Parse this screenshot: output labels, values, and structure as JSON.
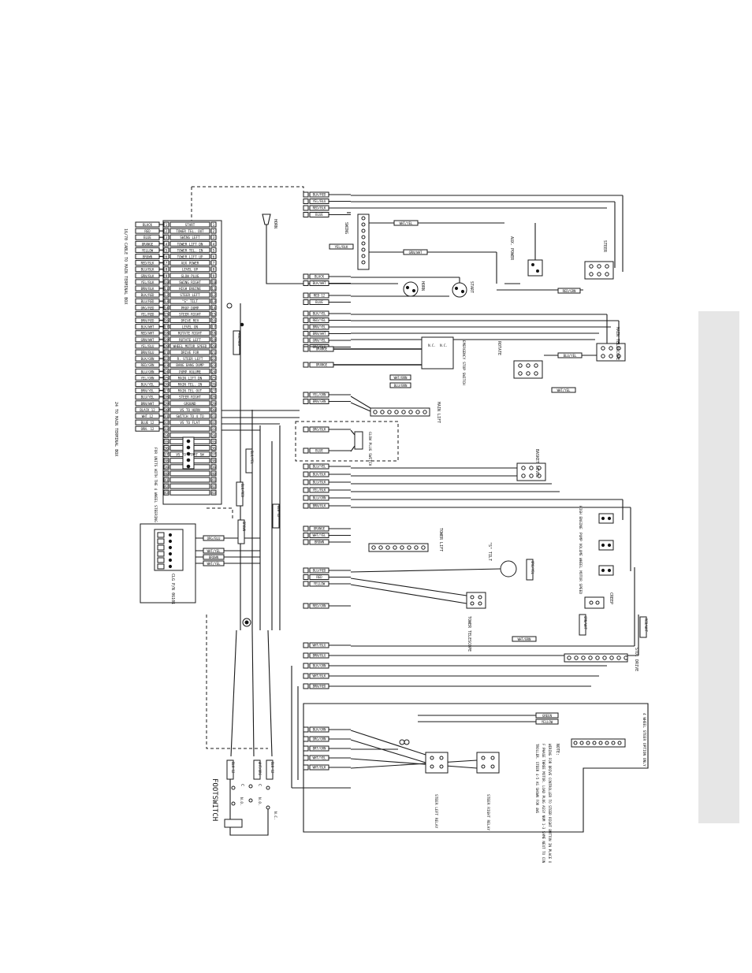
{
  "terminal_strip": {
    "colors": [
      "BLACK",
      "RED",
      "BLUE",
      "ORANGE",
      "YELLOW",
      "BROWN",
      "RED/BLK",
      "BLU/BLK",
      "GRN/BLK",
      "YEL/BLK",
      "BRN/BLK",
      "BLK/RED",
      "BLU/RED",
      "ORG/RED",
      "YEL/RED",
      "BRN/RED",
      "BLK/WHT",
      "RED/WHT",
      "GRN/WHT",
      "YEL/BLU",
      "BRN/BLU",
      "BLK/GRN",
      "RED/GRN",
      "BLU/GRN",
      "YEL/GRN",
      "BLK/YEL",
      "BRN/YEL",
      "BLU/YEL",
      "BRN/WHT",
      "BLACK 12",
      "WHT 12",
      "BLUE 12",
      "ORN. 12"
    ],
    "functions": [
      "START",
      "TOWER TEL. OUT",
      "SWING LEFT",
      "TOWER LIFT DN",
      "TOWER TEL. IN",
      "TOWER LIFT UP",
      "AUX POWER",
      "LEVEL UP",
      "GLOW PLUG",
      "SWING RIGHT",
      "HIGH ENGINE",
      "STEER LEFT",
      "\"S\" TILT",
      "PROP DUMP",
      "STEER RIGHT",
      "DRIVE REV",
      "LEVEL ON",
      "ROTATE RIGHT",
      "ROTATE LEFT",
      "WHEEL MOTOR SPEED",
      "DRIVE FOR",
      "R. STEER LEFT",
      "BANG BANG DUMP",
      "PUMP VOLUME",
      "MAIN LIFT DN",
      "MAIN TEL. IN",
      "MAIN TEL OUT",
      "STEER RIGHT",
      "GROUND",
      "VS TO HORN",
      "SWITCH TO 4 TO",
      "VS TO FLAT",
      "",
      "",
      "",
      "",
      "VS TO START SW",
      "",
      "",
      "",
      "",
      "",
      ""
    ],
    "cable_note": "16/70 CABLE TO MAIN TERMINAL BOX",
    "box_note": "24 TO MAIN TERMINAL BOX",
    "jumper_note": "FOR UNITS WITH THE 4 WHEEL STEERING"
  },
  "top_wires": [
    "BLK/RED",
    "YEL/BLU",
    "RED/BLK",
    "BLUE"
  ],
  "horn_wires": [
    "BLACK",
    "BLK/WHT"
  ],
  "start_wires": [
    "RED 12",
    "BLUE"
  ],
  "rotate_wires": [
    "BLK/YEL",
    "RED/YEL",
    "BRN/YEL",
    "BRN/WHT",
    "GRN/YEL",
    "ORG/BLU"
  ],
  "emergency_wires": [
    "ORANGE",
    "ORANGE"
  ],
  "main_lift_wires": [
    "YEL/GRN",
    "BRN/GRN"
  ],
  "glow_wires": [
    "ORG/BLK",
    "BLUE"
  ],
  "basket_wires": [
    "BLU/YEL",
    "BLK/BLK",
    "BLU/BLK",
    "YEL/BLK",
    "BLU/GRN",
    "BRN/BLK"
  ],
  "tower_lift_wires": [
    "ORANGE",
    "WHT/YEL",
    "BROWN"
  ],
  "tower_tele_wires": [
    "BLU/RED",
    "RED",
    "YELLOW"
  ],
  "drive_wires": [
    "RED/GRN"
  ],
  "bottom_wires": [
    "WHT/BLU",
    "BRN/BLU",
    "BLK/GRN",
    "WHT/BLK",
    "BRN/RED"
  ],
  "steer_relay_wires": [
    "BLK/GRN",
    "ORG/GRN",
    "BRT/GRN",
    "WHT/YEL",
    "WHT/BLK"
  ],
  "wire_tags": {
    "swing_a": "WHT/YEL",
    "swing_b": "YEL/BLK",
    "swing_c": "GRN/WHT",
    "aux_power": "RED/GRN",
    "rotate_a": "BLU/YEL",
    "rotate_b": "WHT/YEL",
    "main_lift_a": "WHT/BRN",
    "main_lift_b": "BLU/BRN",
    "tilt": "ORG/YEL",
    "creep": "GRN/WHT",
    "creep_b": "WHT/BRN",
    "drive_tag": "RED/WHT",
    "green": "GREEN",
    "yellow": "YELLOW",
    "vert_a": "YEL/RED",
    "vert_b": "BLK/YEL",
    "vert_c": "BLU 12",
    "vert_d": "BLU/RED",
    "vert_e": "BROWN",
    "foot_a": "BLK 12",
    "foot_b": "WHT/ORG",
    "foot_c": "BLU 12",
    "coil_a": "ORG/BLU",
    "coil_b": "WHT/YEL",
    "coil_c": "BROWN",
    "coil_d": "WHT/YEL"
  },
  "labels": {
    "horn": "HORN",
    "swing": "SWING",
    "aux_power": "AUX. POWER",
    "steer": "STEER",
    "horn_switch": "HORN",
    "start": "START",
    "main_telescope": "MAIN TELESCOPE",
    "rotate": "ROTATE",
    "emergency_stop": "EMERGENCY STOP SWITCH",
    "main_lift": "MAIN LIFT",
    "glow_plug": "GLOW PLUG SWITCH",
    "basket_level": "BASKET LEVEL",
    "high_engine": "HIGH ENGINE",
    "pump_volume": "PUMP VOLUME",
    "wheel_motor_speed": "WHEEL MOTOR SPEED",
    "tower_lift": "TOWER LIFT",
    "s_tilt": "\"S\" TILT",
    "tower_telescope": "TOWER TELESCOPE",
    "creep": "CREEP",
    "drive": "STD. DRIVE",
    "steer_left_relay": "STEER LEFT RELAY",
    "steer_right_relay": "STEER RIGHT RELAY",
    "footswitch": "FOOTSWITCH",
    "controller_pn": "CLG P/N 06101",
    "four_wheel": "4 WHEEL STEER OPTION ONLY",
    "note_title": "NOTE:",
    "note_body": "WIRING FOR DRIVE CONTROLLER TO STEER RIGHT BUTTON IN PLACE OF PHASE THREE MOTOR. LOAD PLUG ASSY NUM 1-3 SAME NEXT TO CONTROLLER. STEER 4-5 AS SHOWN FOR 4WS",
    "foot_c": "C",
    "foot_nc": "N.C.",
    "foot_no": "N.O."
  }
}
